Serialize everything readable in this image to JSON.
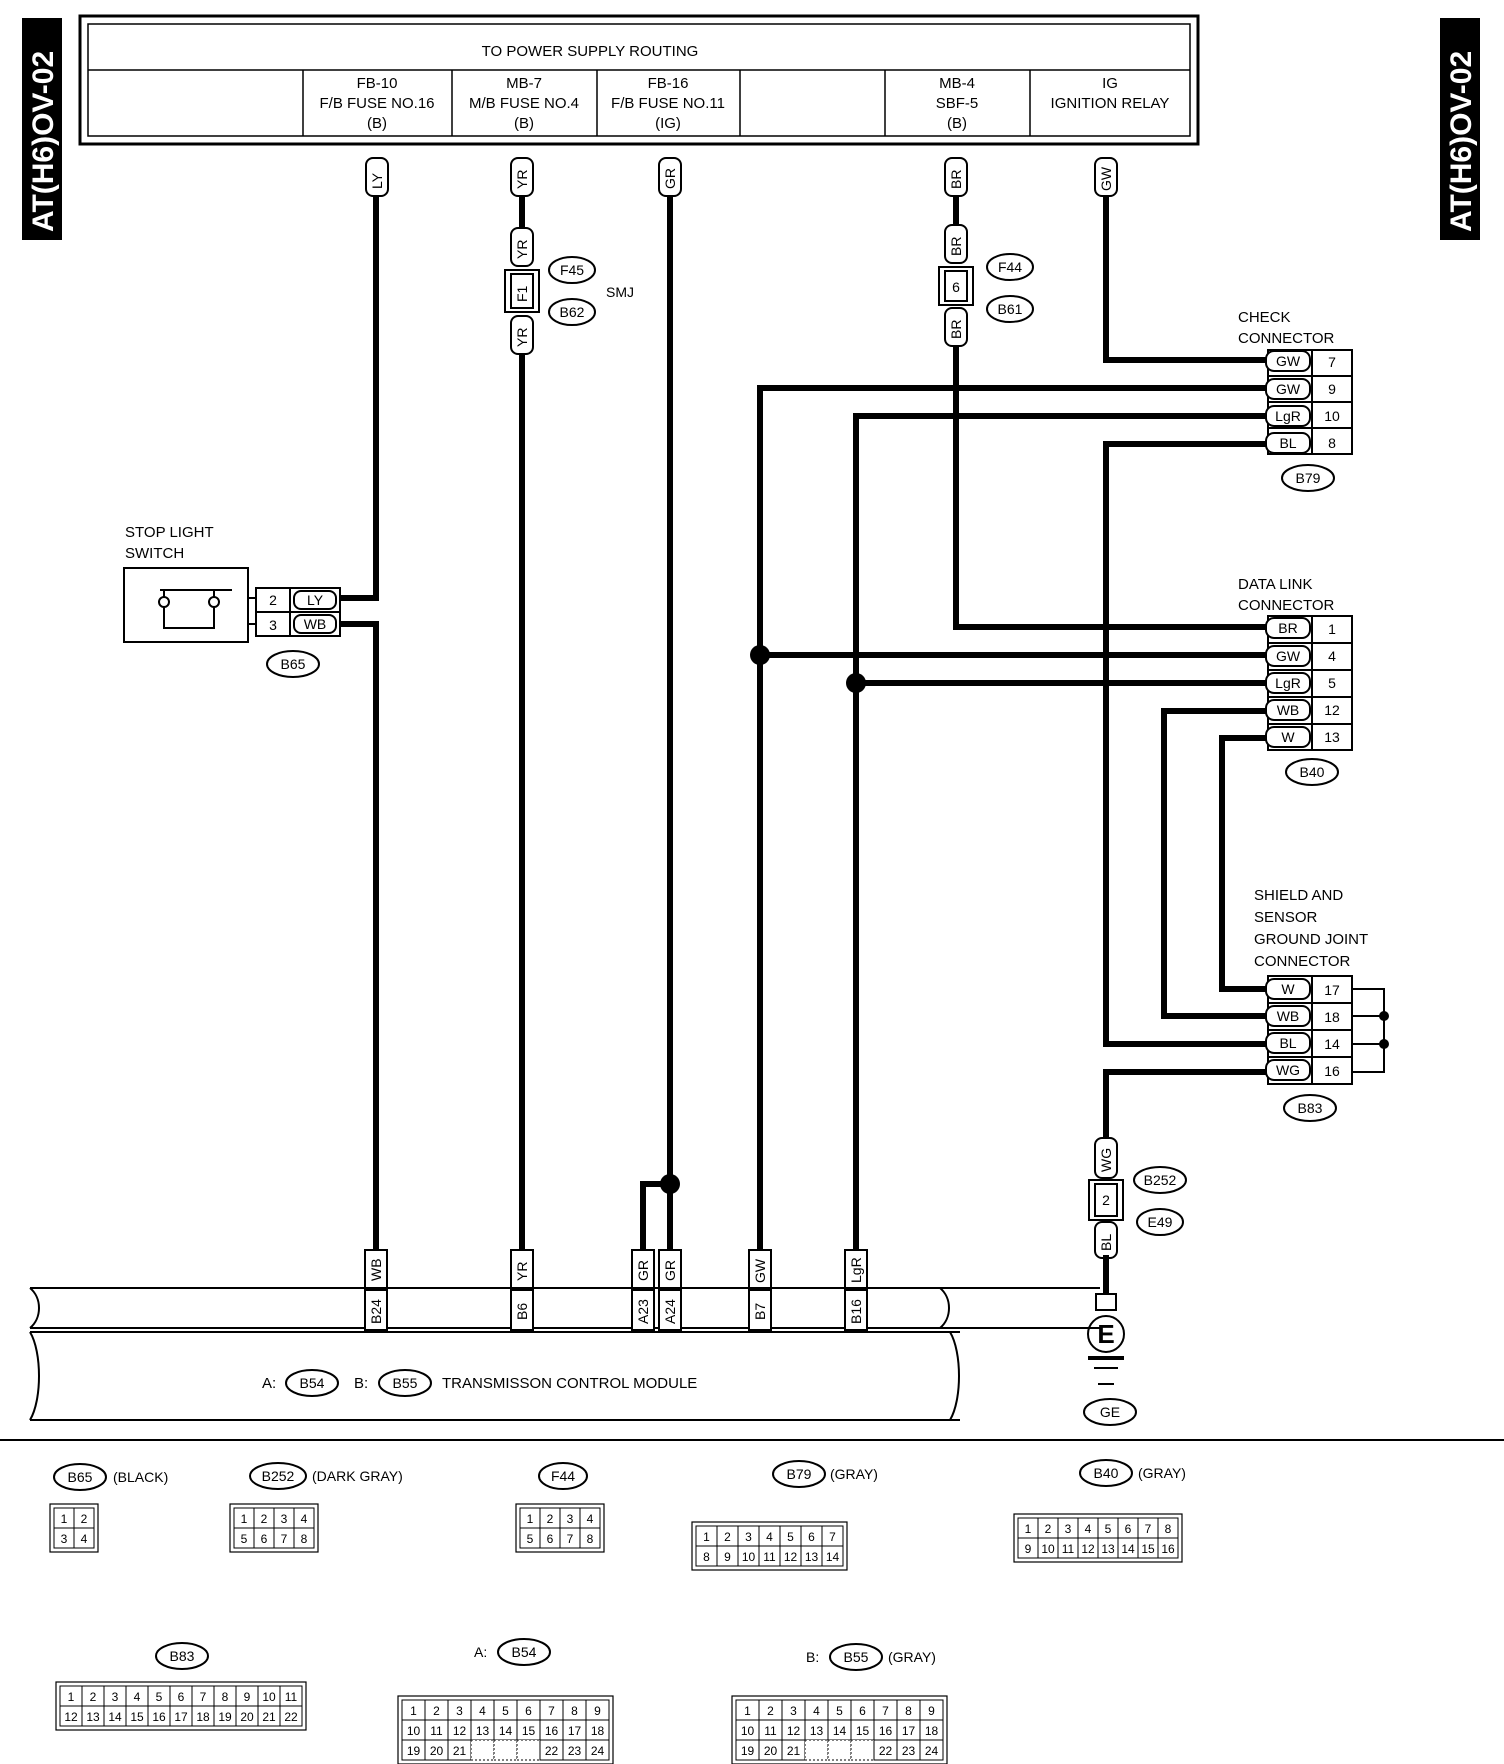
{
  "side_tag": "AT(H6)OV-02",
  "power_header": "TO POWER SUPPLY ROUTING",
  "supplies": [
    {
      "l1": "FB-10",
      "l2": "F/B FUSE NO.16",
      "l3": "(B)"
    },
    {
      "l1": "MB-7",
      "l2": "M/B FUSE NO.4",
      "l3": "(B)"
    },
    {
      "l1": "FB-16",
      "l2": "F/B FUSE NO.11",
      "l3": "(IG)"
    },
    {
      "l1": "",
      "l2": "",
      "l3": ""
    },
    {
      "l1": "MB-4",
      "l2": "SBF-5",
      "l3": "(B)"
    },
    {
      "l1": "IG",
      "l2": "IGNITION RELAY",
      "l3": ""
    }
  ],
  "wire_colors": {
    "ly": "LY",
    "yr": "YR",
    "gr": "GR",
    "br": "BR",
    "gw": "GW",
    "wb": "WB",
    "lgr": "LgR",
    "wg": "WG",
    "bl": "BL",
    "w": "W"
  },
  "connectors": {
    "f45": "F45",
    "b62": "B62",
    "smj": "SMJ",
    "f1": "F1",
    "f44": "F44",
    "b61": "B61",
    "pin6": "6",
    "b252": "B252",
    "e49": "E49",
    "pin2": "2",
    "b65": "B65",
    "b79": "B79",
    "b40": "B40",
    "b83": "B83",
    "e_symbol": "E",
    "ge": "GE"
  },
  "stop_light": {
    "line1": "STOP LIGHT",
    "line2": "SWITCH",
    "pins": [
      "2",
      "3"
    ]
  },
  "check_connector": {
    "line1": "CHECK",
    "line2": "CONNECTOR",
    "pins": [
      "7",
      "9",
      "10",
      "8"
    ]
  },
  "data_link": {
    "line1": "DATA LINK",
    "line2": "CONNECTOR",
    "pins": [
      "1",
      "4",
      "5",
      "12",
      "13"
    ]
  },
  "shield": {
    "lines": [
      "SHIELD AND",
      "SENSOR",
      "GROUND JOINT",
      "CONNECTOR"
    ],
    "pins": [
      "17",
      "18",
      "14",
      "16"
    ]
  },
  "tcm": {
    "terminals": [
      "B24",
      "B6",
      "A23",
      "A24",
      "B7",
      "B16"
    ],
    "label_a": "A:",
    "label_b": "B:",
    "conn_a": "B54",
    "conn_b": "B55",
    "title": "TRANSMISSON CONTROL MODULE"
  },
  "legend": {
    "b65": {
      "id": "B65",
      "color": "(BLACK)",
      "rows": [
        [
          "1",
          "2"
        ],
        [
          "3",
          "4"
        ]
      ]
    },
    "b252": {
      "id": "B252",
      "color": "(DARK GRAY)",
      "rows": [
        [
          "1",
          "2",
          "3",
          "4"
        ],
        [
          "5",
          "6",
          "7",
          "8"
        ]
      ]
    },
    "f44": {
      "id": "F44",
      "color": "",
      "rows": [
        [
          "1",
          "2",
          "3",
          "4"
        ],
        [
          "5",
          "6",
          "7",
          "8"
        ]
      ]
    },
    "b79": {
      "id": "B79",
      "color": "(GRAY)",
      "rows": [
        [
          "1",
          "2",
          "3",
          "4",
          "5",
          "6",
          "7"
        ],
        [
          "8",
          "9",
          "10",
          "11",
          "12",
          "13",
          "14"
        ]
      ]
    },
    "b40": {
      "id": "B40",
      "color": "(GRAY)",
      "rows": [
        [
          "1",
          "2",
          "3",
          "4",
          "5",
          "6",
          "7",
          "8"
        ],
        [
          "9",
          "10",
          "11",
          "12",
          "13",
          "14",
          "15",
          "16"
        ]
      ]
    },
    "b83": {
      "id": "B83",
      "color": "",
      "rows": [
        [
          "1",
          "2",
          "3",
          "4",
          "5",
          "6",
          "7",
          "8",
          "9",
          "10",
          "11"
        ],
        [
          "12",
          "13",
          "14",
          "15",
          "16",
          "17",
          "18",
          "19",
          "20",
          "21",
          "22"
        ]
      ]
    },
    "b54": {
      "prefix": "A:",
      "id": "B54",
      "color": "",
      "rows": [
        [
          "1",
          "2",
          "3",
          "4",
          "5",
          "6",
          "7",
          "8",
          "9"
        ],
        [
          "10",
          "11",
          "12",
          "13",
          "14",
          "15",
          "16",
          "17",
          "18"
        ],
        [
          "19",
          "20",
          "21",
          "",
          "",
          "",
          "22",
          "23",
          "24"
        ]
      ]
    },
    "b55": {
      "prefix": "B:",
      "id": "B55",
      "color": "(GRAY)",
      "rows": [
        [
          "1",
          "2",
          "3",
          "4",
          "5",
          "6",
          "7",
          "8",
          "9"
        ],
        [
          "10",
          "11",
          "12",
          "13",
          "14",
          "15",
          "16",
          "17",
          "18"
        ],
        [
          "19",
          "20",
          "21",
          "",
          "",
          "",
          "22",
          "23",
          "24"
        ]
      ]
    }
  }
}
